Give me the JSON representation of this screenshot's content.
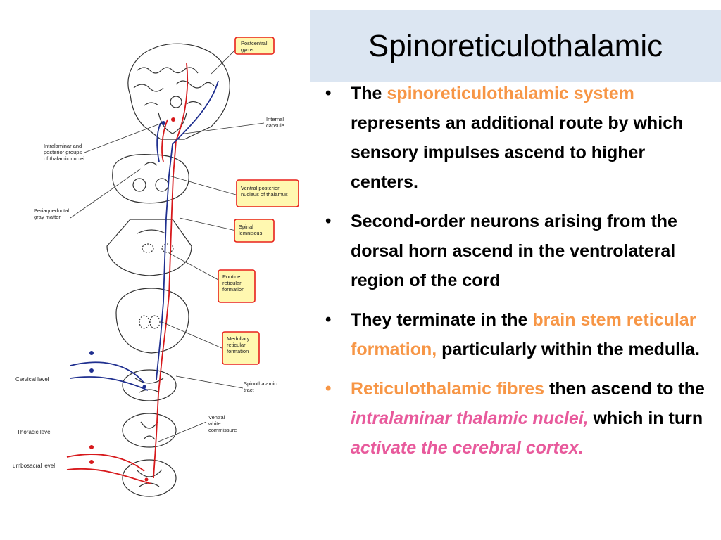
{
  "slide": {
    "title": "Spinoreticulothalamic",
    "bullets": [
      {
        "parts": [
          {
            "text": "The ",
            "style": "normal"
          },
          {
            "text": "spinoreticulothalamic system",
            "style": "orange"
          },
          {
            "text": " represents an additional route by which sensory impulses ascend to higher centers.",
            "style": "normal"
          }
        ]
      },
      {
        "parts": [
          {
            "text": "Second-order neurons arising from the dorsal horn ascend in the ventrolateral region of the cord",
            "style": "normal"
          }
        ]
      },
      {
        "parts": [
          {
            "text": "They terminate in the ",
            "style": "normal"
          },
          {
            "text": "brain stem reticular formation,",
            "style": "orange"
          },
          {
            "text": " particularly within the medulla.",
            "style": "normal"
          }
        ]
      },
      {
        "bullet_color": "#f79646",
        "parts": [
          {
            "text": "Reticulothalamic fibres",
            "style": "orange"
          },
          {
            "text": " then ascend to the ",
            "style": "normal"
          },
          {
            "text": "intralaminar thalamic nuclei,",
            "style": "pink"
          },
          {
            "text": " which in turn ",
            "style": "normal"
          },
          {
            "text": "activate the cerebral cortex.",
            "style": "pink"
          }
        ]
      }
    ]
  },
  "figure": {
    "labels": {
      "postcentral": [
        "Postcentral",
        "gyrus"
      ],
      "internal_capsule": [
        "Internal",
        "capsule"
      ],
      "intralaminar": [
        "Intralaminar and",
        "posterior groups",
        "of thalamic nuclei"
      ],
      "vpn": [
        "Ventral posterior",
        "nucleus of thalamus"
      ],
      "periaqueductal": [
        "Periaqueductal",
        "gray matter"
      ],
      "spinal_lemniscus": [
        "Spinal",
        "lemniscus"
      ],
      "pontine": [
        "Pontine",
        "reticular",
        "formation"
      ],
      "medullary": [
        "Medullary",
        "reticular",
        "formation"
      ],
      "spinothalamic": [
        "Spinothalamic",
        "tract"
      ],
      "ventral_white": [
        "Ventral",
        "white",
        "commissure"
      ],
      "cervical": "Cervical level",
      "thoracic": "Thoracic level",
      "lumbosacral": "umbosacral level"
    },
    "colors": {
      "red": "#d7191c",
      "blue": "#1f2f8f",
      "highlight_box": "#e8211a",
      "highlight_fill": "#fff8b0"
    }
  }
}
